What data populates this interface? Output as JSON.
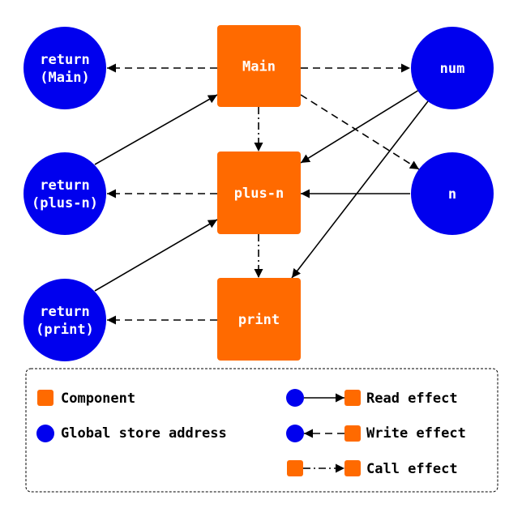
{
  "colors": {
    "component": "#ff6a00",
    "global_address": "#0000ee",
    "edge": "#000000",
    "background": "#ffffff"
  },
  "nodes": {
    "main": {
      "label": "Main",
      "kind": "component"
    },
    "plus_n": {
      "label": "plus-n",
      "kind": "component"
    },
    "print": {
      "label": "print",
      "kind": "component"
    },
    "return_main": {
      "lines": [
        "return",
        "(Main)"
      ],
      "kind": "global"
    },
    "return_plus_n": {
      "lines": [
        "return",
        "(plus-n)"
      ],
      "kind": "global"
    },
    "return_print": {
      "lines": [
        "return",
        "(print)"
      ],
      "kind": "global"
    },
    "num": {
      "label": "num",
      "kind": "global"
    },
    "n": {
      "label": "n",
      "kind": "global"
    }
  },
  "edges": [
    {
      "from": "main",
      "to": "return_main",
      "type": "write"
    },
    {
      "from": "main",
      "to": "num",
      "type": "write"
    },
    {
      "from": "main",
      "to": "n",
      "type": "write"
    },
    {
      "from": "main",
      "to": "plus_n",
      "type": "call"
    },
    {
      "from": "return_plus_n",
      "to": "main",
      "type": "read"
    },
    {
      "from": "num",
      "to": "plus_n",
      "type": "read"
    },
    {
      "from": "num",
      "to": "print",
      "type": "read"
    },
    {
      "from": "n",
      "to": "plus_n",
      "type": "read"
    },
    {
      "from": "plus_n",
      "to": "return_plus_n",
      "type": "write"
    },
    {
      "from": "plus_n",
      "to": "print",
      "type": "call"
    },
    {
      "from": "return_print",
      "to": "plus_n",
      "type": "read"
    },
    {
      "from": "print",
      "to": "return_print",
      "type": "write"
    }
  ],
  "legend": {
    "component": "Component",
    "global_address": "Global store address",
    "read_effect": "Read effect",
    "write_effect": "Write effect",
    "call_effect": "Call effect"
  }
}
